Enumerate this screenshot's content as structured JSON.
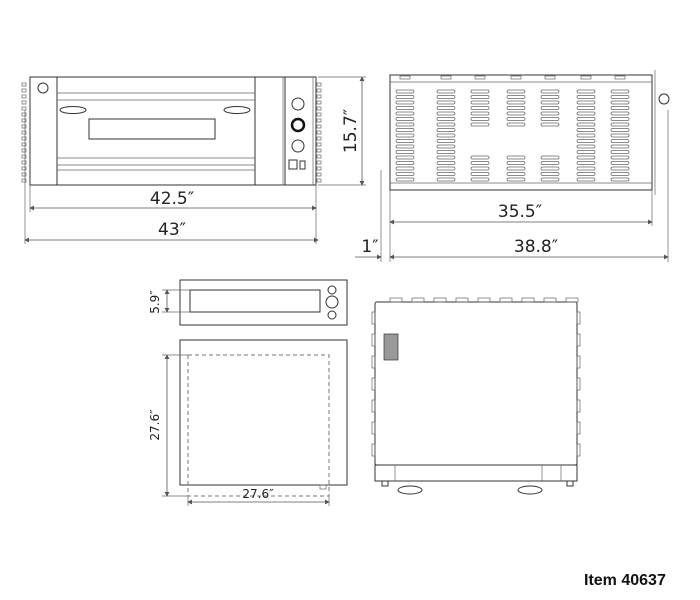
{
  "front_view": {
    "inner_width": "42.5″",
    "overall_width": "43″",
    "height": "15.7″"
  },
  "side_view": {
    "depth": "35.5″",
    "overall_depth": "38.8″",
    "offset": "1″"
  },
  "top_view": {
    "door_height": "5.9″",
    "chamber_depth": "27.6″",
    "chamber_width": "27.6″"
  },
  "item_label": "Item 40637"
}
